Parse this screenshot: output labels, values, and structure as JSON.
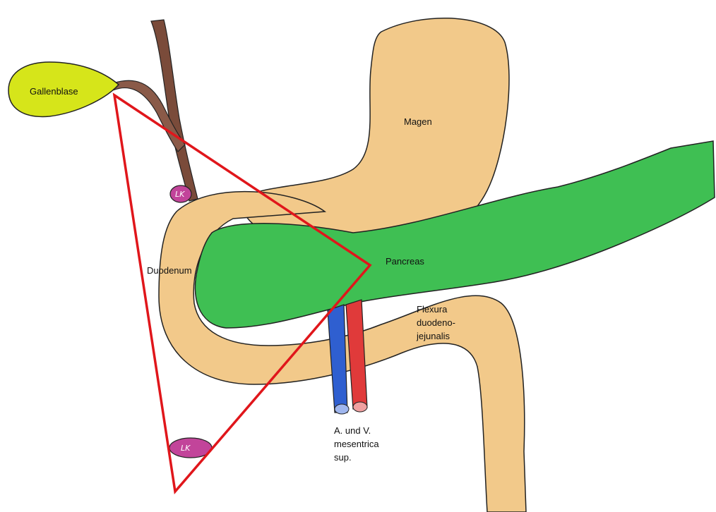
{
  "colors": {
    "gallbladder": "#d6e51a",
    "bile_duct": "#7a4b3a",
    "gi_tract": "#f2c98a",
    "pancreas": "#3fbf53",
    "vein": "#2f5fd0",
    "artery": "#e03a3a",
    "lymph_node": "#c2449a",
    "triangle": "#e0161b",
    "outline": "#222222"
  },
  "labels": {
    "gallbladder": "Gallenblase",
    "stomach": "Magen",
    "duodenum": "Duodenum",
    "pancreas": "Pancreas",
    "flexura": [
      "Flexura",
      "duodeno-",
      "jejunalis"
    ],
    "vessels": [
      "A. und V.",
      "mesentrica",
      "sup."
    ],
    "lymph_node_upper": "LK",
    "lymph_node_lower": "LK"
  }
}
